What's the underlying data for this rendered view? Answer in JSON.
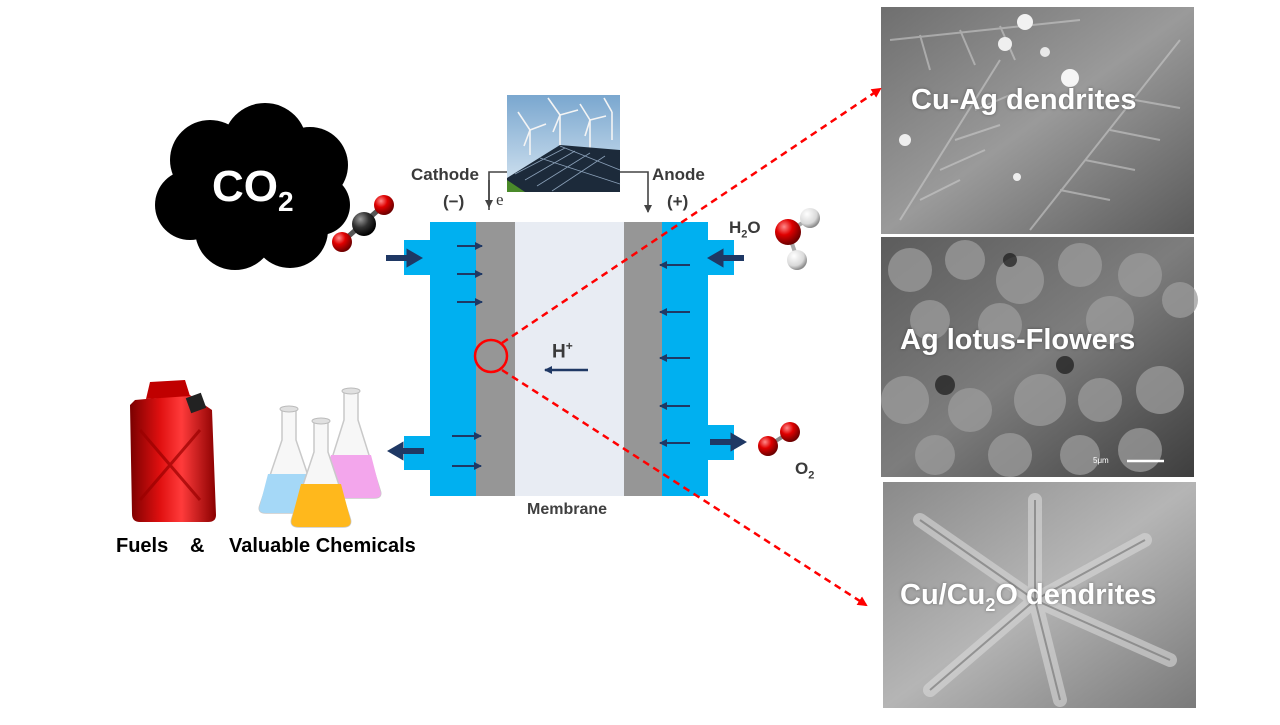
{
  "diagram": {
    "co2_label": "CO",
    "co2_sub": "2",
    "cathode_label": "Cathode",
    "cathode_sign": "(−)",
    "electron_label": "e",
    "anode_label": "Anode",
    "anode_sign": "(+)",
    "h2o_label_a": "H",
    "h2o_label_sub": "2",
    "h2o_label_b": "O",
    "proton_label": "H",
    "proton_sup": "+",
    "o2_label": "O",
    "o2_sub": "2",
    "membrane_label": "Membrane",
    "products_fuels": "Fuels",
    "products_amp": "&",
    "products_chemicals": "Valuable Chemicals"
  },
  "sem_images": [
    {
      "title": "Cu-Ag dendrites"
    },
    {
      "title": "Ag lotus-Flowers",
      "scale_label": "5μm"
    },
    {
      "title_a": "Cu/Cu",
      "title_sub": "2",
      "title_b": "O dendrites"
    }
  ],
  "colors": {
    "electrolyte_blue": "#00b0f0",
    "electrode_gray": "#969696",
    "membrane": "#e8ecf3",
    "arrow_navy": "#1f3864",
    "highlight_red": "#ff0000",
    "cloud": "#000000"
  }
}
